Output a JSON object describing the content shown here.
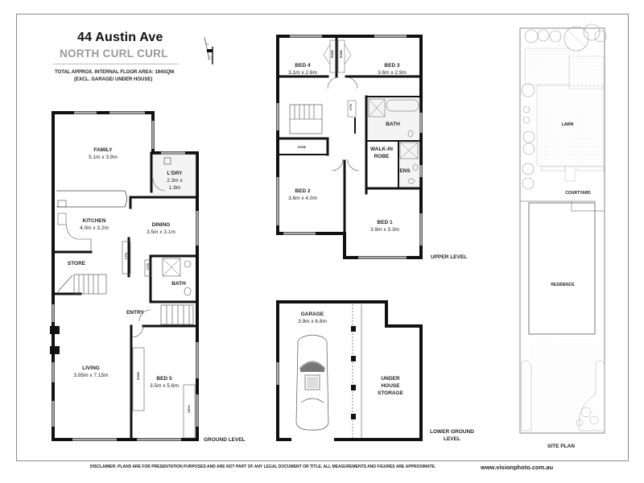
{
  "header": {
    "address": "44 Austin Ave",
    "suburb": "NORTH CURL CURL",
    "floor_area": "TOTAL APPROX. INTERNAL FLOOR AREA: 194SQM",
    "floor_area_note": "(EXCL. GARAGE/ UNDER HOUSE)"
  },
  "compass": {
    "icon": "north-arrow-icon"
  },
  "ground_level": {
    "label": "GROUND LEVEL",
    "rooms": {
      "family": {
        "name": "FAMILY",
        "dim": "5.1m x 3.9m"
      },
      "laundry": {
        "name": "L'DRY",
        "dim1": "2.3m x",
        "dim2": "1.9m"
      },
      "kitchen": {
        "name": "KITCHEN",
        "dim": "4.0m x 3.2m"
      },
      "dining": {
        "name": "DINING",
        "dim": "3.5m x 3.1m"
      },
      "store": {
        "name": "STORE"
      },
      "bath": {
        "name": "BATH"
      },
      "entry": {
        "name": "ENTRY"
      },
      "living": {
        "name": "LIVING",
        "dim": "3.95m x 7.15m"
      },
      "bed5": {
        "name": "BED 5",
        "dim": "3.5m x 5.6m"
      }
    },
    "fixtures": {
      "cpd1": "C'PD",
      "cpd2": "C'PD",
      "robe": "ROBE",
      "desk": "DESK"
    }
  },
  "upper_level": {
    "label": "UPPER LEVEL",
    "rooms": {
      "bed4": {
        "name": "BED 4",
        "dim": "3.1m x 2.6m"
      },
      "bed3": {
        "name": "BED 3",
        "dim": "3.6m x 2.9m"
      },
      "bath": {
        "name": "BATH"
      },
      "walkin": {
        "name1": "WALK-IN",
        "name2": "ROBE"
      },
      "ens": {
        "name": "ENS"
      },
      "bed2": {
        "name": "BED 2",
        "dim": "3.6m x 4.0m"
      },
      "bed1": {
        "name": "BED 1",
        "dim": "3.9m x 3.3m"
      }
    },
    "fixtures": {
      "robe1": "ROBE",
      "robe2": "ROBE",
      "robe3": "ROBE",
      "cpd": "C'PD"
    }
  },
  "lower_ground_level": {
    "label1": "LOWER GROUND",
    "label2": "LEVEL",
    "rooms": {
      "garage": {
        "name": "GARAGE",
        "dim": "3.9m x 6.8m"
      },
      "storage": {
        "name1": "UNDER",
        "name2": "HOUSE",
        "name3": "STORAGE"
      }
    }
  },
  "site_plan": {
    "label": "SITE PLAN",
    "areas": {
      "lawn": "LAWN",
      "courtyard": "COURTYARD",
      "residence": "RESIDENCE"
    }
  },
  "footer": {
    "disclaimer": "DISCLAIMER: PLANS ARE FOR PRESENTATION PURPOSES AND ARE NOT PART OF ANY LEGAL DOCUMENT OR TITLE. ALL MEASUREMENTS AND FIGURES ARE APPROXIMATE.",
    "website": "www.visionphoto.com.au"
  },
  "colors": {
    "wall": "#111111",
    "window": "#bdbdbd",
    "frame": "#8a8a8a",
    "suburb": "#9a9a9a",
    "site_line": "#9a9a9a"
  }
}
